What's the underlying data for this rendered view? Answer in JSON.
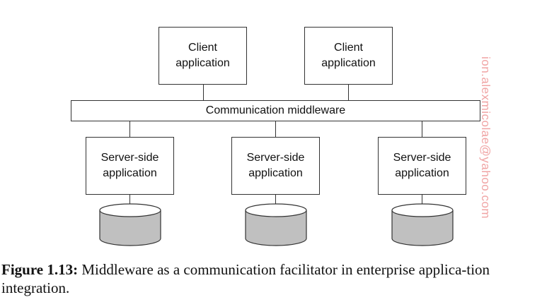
{
  "diagram": {
    "clients": [
      {
        "label": "Client\napplication"
      },
      {
        "label": "Client\napplication"
      }
    ],
    "middleware": {
      "label": "Communication middleware"
    },
    "servers": [
      {
        "label": "Server-side\napplication"
      },
      {
        "label": "Server-side\napplication"
      },
      {
        "label": "Server-side\napplication"
      }
    ],
    "database_fill": "#c0c0c0"
  },
  "watermark": "ion.alexmicolae@yahoo.com",
  "caption": {
    "label": "Figure 1.13:",
    "text": " Middleware as a communication facilitator in enterprise applica-tion integration."
  }
}
